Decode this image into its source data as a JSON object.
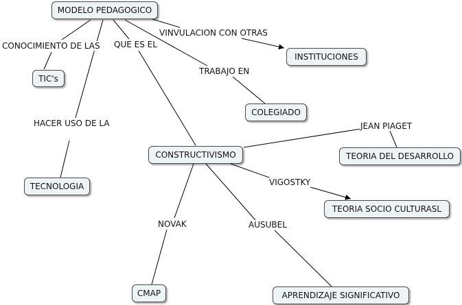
{
  "nodes": {
    "modelo": "MODELO PEDAGOGICO",
    "tics": "TIC's",
    "tecnologia": "TECNOLOGIA",
    "instituciones": "INSTITUCIONES",
    "colegiado": "COLEGIADO",
    "constructivismo": "CONSTRUCTIVISMO",
    "teoria_desarrollo": "TEORIA DEL DESARROLLO",
    "teoria_socio": "TEORIA SOCIO CULTURASL",
    "cmap": "CMAP",
    "aprendizaje": "APRENDIZAJE SIGNIFICATIVO"
  },
  "links": {
    "conocimiento": "CONOCIMIENTO DE LAS",
    "hacer_uso": "HACER USO DE LA",
    "que_es": "QUE ES EL",
    "vinculacion": "VINVULACION CON OTRAS",
    "trabajo": "TRABAJO EN",
    "jean_piaget": "JEAN PIAGET",
    "vigostky": "VIGOSTKY",
    "novak": "NOVAK",
    "ausubel": "AUSUBEL"
  }
}
